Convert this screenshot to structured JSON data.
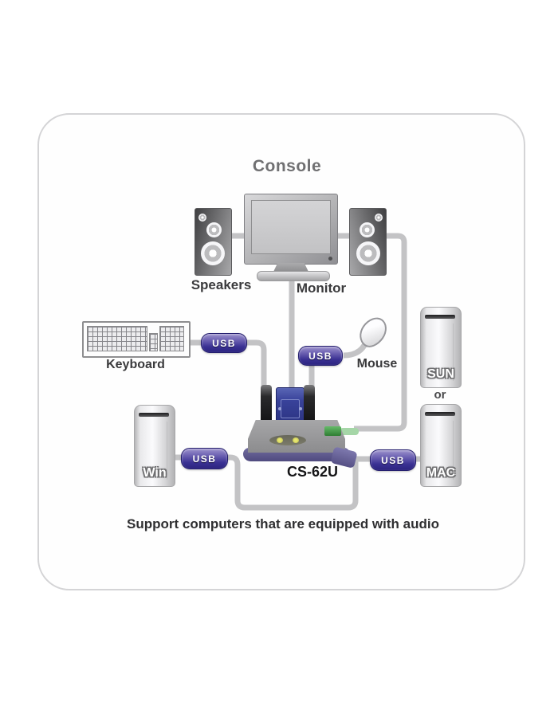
{
  "diagram": {
    "title": "Console",
    "caption": "Support computers that are equipped with audio",
    "device_model": "CS-62U",
    "usb_label": "USB",
    "or_label": "or",
    "peripherals": {
      "speakers": "Speakers",
      "monitor": "Monitor",
      "keyboard": "Keyboard",
      "mouse": "Mouse"
    },
    "computers": [
      {
        "label": "Win"
      },
      {
        "label": "SUN"
      },
      {
        "label": "MAC"
      }
    ],
    "colors": {
      "cable": "#c3c3c5",
      "usb_badge": "#3a3193",
      "device_body": "#97979b",
      "device_trim": "#5f5a8c",
      "vga_connector": "#3a439b",
      "audio_plug": "#4caf50"
    }
  }
}
